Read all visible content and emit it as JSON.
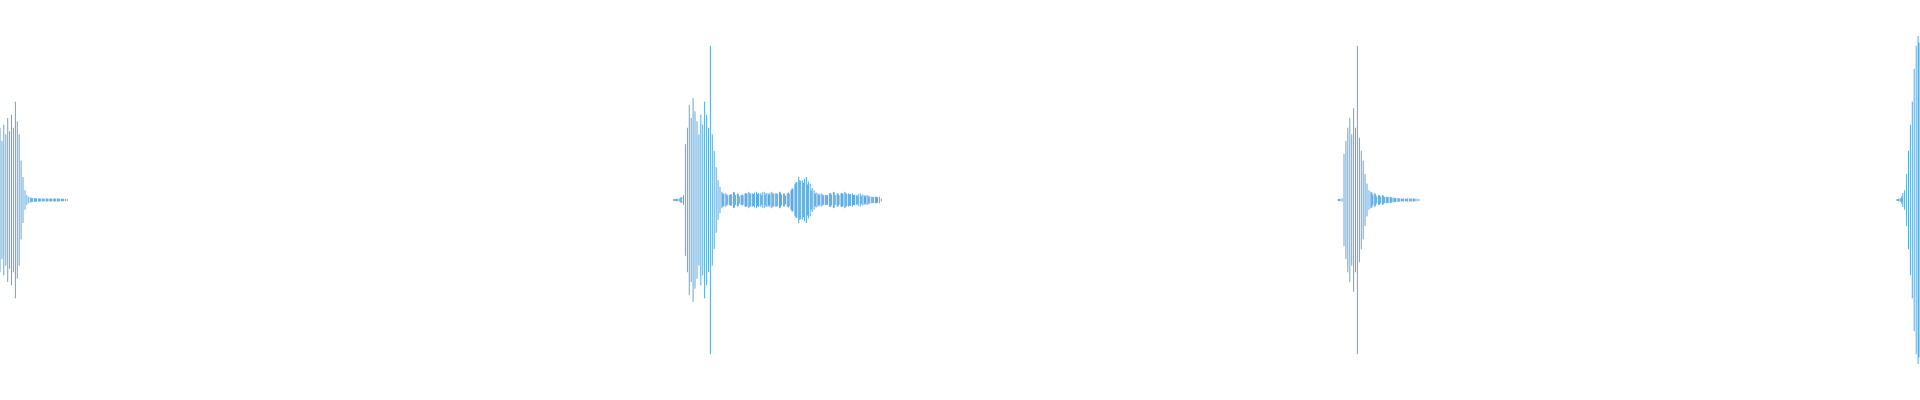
{
  "waveform": {
    "color": "#5aa9e0",
    "background": "#ffffff",
    "amplitude_range": [
      -1,
      1
    ],
    "samples": [
      [
        0.0,
        0.44
      ],
      [
        0.001,
        0.36
      ],
      [
        0.002,
        0.46
      ],
      [
        0.003,
        0.4
      ],
      [
        0.004,
        0.5
      ],
      [
        0.005,
        0.42
      ],
      [
        0.006,
        0.52
      ],
      [
        0.007,
        0.44
      ],
      [
        0.008,
        0.6
      ],
      [
        0.009,
        0.48
      ],
      [
        0.01,
        0.4
      ],
      [
        0.011,
        0.24
      ],
      [
        0.012,
        0.14
      ],
      [
        0.013,
        0.06
      ],
      [
        0.014,
        0.03
      ],
      [
        0.015,
        0.02
      ],
      [
        0.016,
        0.015
      ],
      [
        0.018,
        0.012
      ],
      [
        0.02,
        0.01
      ],
      [
        0.022,
        0.01
      ],
      [
        0.024,
        0.01
      ],
      [
        0.026,
        0.01
      ],
      [
        0.028,
        0.01
      ],
      [
        0.03,
        0.01
      ],
      [
        0.032,
        0.008
      ],
      [
        0.034,
        0.008
      ],
      [
        0.035,
        0.006
      ],
      [
        0.351,
        0.006
      ],
      [
        0.354,
        0.01
      ],
      [
        0.356,
        0.03
      ],
      [
        0.357,
        0.34
      ],
      [
        0.358,
        0.44
      ],
      [
        0.359,
        0.58
      ],
      [
        0.36,
        0.5
      ],
      [
        0.361,
        0.62
      ],
      [
        0.362,
        0.54
      ],
      [
        0.363,
        0.48
      ],
      [
        0.364,
        0.4
      ],
      [
        0.365,
        0.52
      ],
      [
        0.366,
        0.46
      ],
      [
        0.367,
        0.6
      ],
      [
        0.368,
        0.52
      ],
      [
        0.369,
        0.44
      ],
      [
        0.37,
        0.94
      ],
      [
        0.371,
        0.4
      ],
      [
        0.372,
        0.3
      ],
      [
        0.373,
        0.2
      ],
      [
        0.374,
        0.12
      ],
      [
        0.375,
        0.08
      ],
      [
        0.376,
        0.05
      ],
      [
        0.378,
        0.04
      ],
      [
        0.38,
        0.03
      ],
      [
        0.382,
        0.05
      ],
      [
        0.384,
        0.04
      ],
      [
        0.386,
        0.03
      ],
      [
        0.388,
        0.04
      ],
      [
        0.39,
        0.05
      ],
      [
        0.392,
        0.04
      ],
      [
        0.394,
        0.05
      ],
      [
        0.396,
        0.04
      ],
      [
        0.398,
        0.05
      ],
      [
        0.4,
        0.04
      ],
      [
        0.402,
        0.05
      ],
      [
        0.404,
        0.04
      ],
      [
        0.406,
        0.05
      ],
      [
        0.408,
        0.04
      ],
      [
        0.41,
        0.04
      ],
      [
        0.412,
        0.06
      ],
      [
        0.414,
        0.1
      ],
      [
        0.416,
        0.14
      ],
      [
        0.418,
        0.12
      ],
      [
        0.42,
        0.14
      ],
      [
        0.422,
        0.1
      ],
      [
        0.424,
        0.06
      ],
      [
        0.426,
        0.04
      ],
      [
        0.428,
        0.04
      ],
      [
        0.43,
        0.03
      ],
      [
        0.432,
        0.04
      ],
      [
        0.434,
        0.05
      ],
      [
        0.436,
        0.04
      ],
      [
        0.438,
        0.04
      ],
      [
        0.44,
        0.05
      ],
      [
        0.442,
        0.04
      ],
      [
        0.444,
        0.04
      ],
      [
        0.446,
        0.03
      ],
      [
        0.448,
        0.04
      ],
      [
        0.45,
        0.03
      ],
      [
        0.452,
        0.03
      ],
      [
        0.454,
        0.02
      ],
      [
        0.456,
        0.02
      ],
      [
        0.458,
        0.02
      ],
      [
        0.459,
        0.008
      ],
      [
        0.697,
        0.006
      ],
      [
        0.699,
        0.01
      ],
      [
        0.7,
        0.28
      ],
      [
        0.701,
        0.36
      ],
      [
        0.702,
        0.44
      ],
      [
        0.703,
        0.5
      ],
      [
        0.704,
        0.4
      ],
      [
        0.705,
        0.56
      ],
      [
        0.706,
        0.44
      ],
      [
        0.707,
        0.94
      ],
      [
        0.708,
        0.38
      ],
      [
        0.709,
        0.3
      ],
      [
        0.71,
        0.24
      ],
      [
        0.711,
        0.16
      ],
      [
        0.712,
        0.1
      ],
      [
        0.713,
        0.06
      ],
      [
        0.714,
        0.05
      ],
      [
        0.716,
        0.04
      ],
      [
        0.718,
        0.03
      ],
      [
        0.72,
        0.03
      ],
      [
        0.722,
        0.02
      ],
      [
        0.724,
        0.02
      ],
      [
        0.726,
        0.015
      ],
      [
        0.728,
        0.012
      ],
      [
        0.73,
        0.01
      ],
      [
        0.732,
        0.01
      ],
      [
        0.734,
        0.01
      ],
      [
        0.736,
        0.01
      ],
      [
        0.738,
        0.008
      ],
      [
        0.739,
        0.006
      ],
      [
        0.988,
        0.006
      ],
      [
        0.99,
        0.012
      ],
      [
        0.992,
        0.06
      ],
      [
        0.993,
        0.16
      ],
      [
        0.994,
        0.3
      ],
      [
        0.995,
        0.46
      ],
      [
        0.996,
        0.6
      ],
      [
        0.997,
        0.8
      ],
      [
        0.998,
        0.94
      ],
      [
        0.999,
        1.0
      ],
      [
        1.0,
        0.96
      ]
    ]
  }
}
